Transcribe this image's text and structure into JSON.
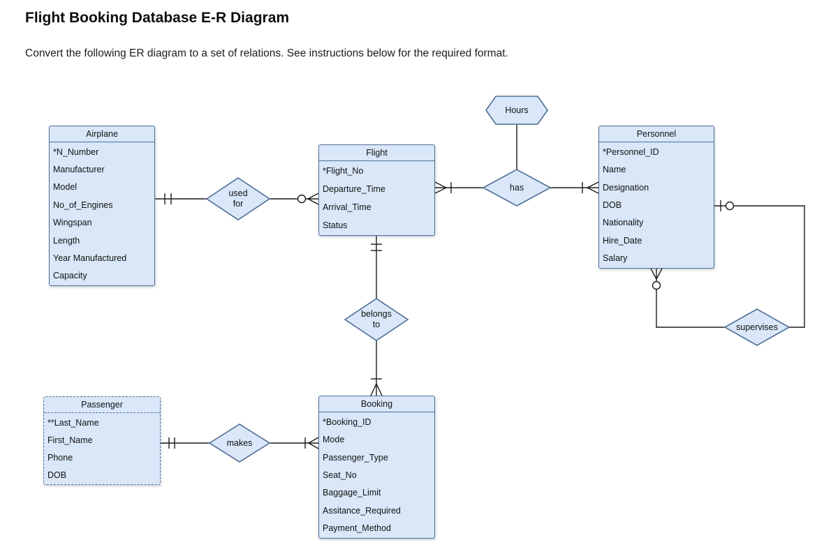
{
  "page": {
    "title": "Flight Booking Database E-R Diagram",
    "instructions": "Convert the following ER diagram to a set of relations. See instructions below for the required format."
  },
  "colors": {
    "shape_fill": "#d9e7f9",
    "shape_border": "#4f6e94",
    "connector_line": "#1a1a1a"
  },
  "entities": {
    "airplane": {
      "name": "Airplane",
      "attributes": [
        "*N_Number",
        "Manufacturer",
        "Model",
        "No_of_Engines",
        "Wingspan",
        "Length",
        "Year Manufactured",
        "Capacity"
      ]
    },
    "flight": {
      "name": "Flight",
      "attributes": [
        "*Flight_No",
        "Departure_Time",
        "Arrival_Time",
        "Status"
      ]
    },
    "personnel": {
      "name": "Personnel",
      "attributes": [
        "*Personnel_ID",
        "Name",
        "Designation",
        "DOB",
        "Nationality",
        "Hire_Date",
        "Salary"
      ]
    },
    "passenger": {
      "name": "Passenger",
      "weak": true,
      "attributes": [
        "**Last_Name",
        "First_Name",
        "Phone",
        "DOB"
      ]
    },
    "booking": {
      "name": "Booking",
      "attributes": [
        "*Booking_ID",
        "Mode",
        "Passenger_Type",
        "Seat_No",
        "Baggage_Limit",
        "Assitance_Required",
        "Payment_Method"
      ]
    }
  },
  "relationships": {
    "used_for": {
      "label": "used for"
    },
    "has": {
      "label": "has"
    },
    "belongs_to": {
      "label": "belongs to"
    },
    "makes": {
      "label": "makes"
    },
    "supervises": {
      "label": "supervises"
    }
  },
  "relationship_attributes": {
    "hours": {
      "label": "Hours"
    }
  }
}
